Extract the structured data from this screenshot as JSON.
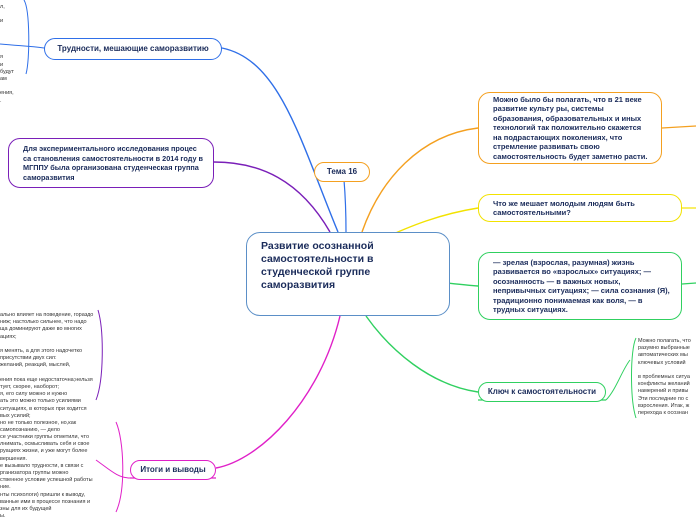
{
  "central": {
    "label": "Развитие осознанной самостоятельности в студенческой группе саморазвития"
  },
  "tema": {
    "label": "Тема 16"
  },
  "right_nodes": {
    "n1": "Можно было бы полагать, что в 21 веке развитие культу ры, системы образования, образовательных и иных технологий так положительно скажется на подрастающих поколениях, что стремление развивать свою самостоятельность будет заметно расти.",
    "n2": "Что же мешает молодым людям быть самостоятельными?",
    "n3": "— зрелая (взрослая, разумная) жизнь развивается во «взрослых» ситуациях; — осознанность — в важных новых, непривычных ситуациях; — сила сознания (Я), традиционно понимаемая как воля, — в трудных ситуациях.",
    "n4": "Ключ к самостоятельности"
  },
  "left_nodes": {
    "difficulties": "Трудности, мешающие саморазвитию",
    "experiment": "Для экспериментального исследования процес са становления самостоятельности в 2014 году в МГППУ была организована студенческая группа саморазвития",
    "results": "Итоги и выводы"
  },
  "fragments": {
    "top_left": [
      "л,",
      "",
      "и",
      "",
      "",
      "",
      "",
      "я",
      "и",
      "будут",
      "ам",
      "",
      "ения,",
      "."
    ],
    "middle_left": [
      "ально влияет на поведение, гораздо",
      "ниж; настолько сильнее, что надо",
      "ща доминируют даже во многих",
      "ациях;",
      "",
      "я менять, а для этого надочетко",
      "присутствии двух сил:",
      "желаний, реакций, мыслей,",
      "",
      "ения пока еще недостаточна;нельзя",
      "тует, скорее, наоборот;",
      "я, его силу можно и нужно",
      "ать это можно только усилиями",
      "ситуациях, в которых при ходится",
      "вых усилий;",
      "но не только полезное, но,как",
      "самопознанию, — дело"
    ],
    "bottom_left": [
      "се участники группы отметили, что",
      "лнимать, осмысливать себя и свое",
      "руациях жизни, и уже могут более",
      "вершения.",
      "е вызывало трудности, в связи с",
      "рганизатора группы можно",
      "ственное условие успешной работы",
      "ние.",
      "нты психологи) пришли к выводу,",
      "ванные ими в процессе познания и",
      "зны для их будущей",
      "ы."
    ],
    "right_side": [
      "Можно полагать, что",
      "разумно выбранные",
      "автоматических мы",
      "ключевых условий",
      "",
      "в проблемных ситуа",
      "конфликты желаний",
      "намерений и привы",
      "Эти последние по с",
      "взросления. Итак, ж",
      "перехода к осознан"
    ]
  }
}
